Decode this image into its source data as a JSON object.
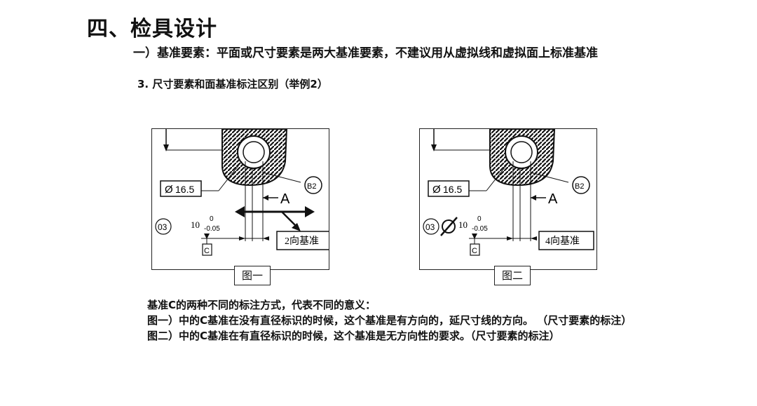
{
  "page": {
    "title": "四、检具设计",
    "subtitle": "一）基准要素：平面或尺寸要素是两大基准要素，不建议用从虚拟线和虚拟面上标准基准",
    "section": "3. 尺寸要素和面基准标注区别（举例2）"
  },
  "figure1": {
    "diameter": "16.5",
    "datum_b": "B2",
    "section_label": "A",
    "circle_label": "03",
    "dim_main": "10",
    "tol_upper": "0",
    "tol_lower": "-0.05",
    "datum_c": "C",
    "note": "2向基准",
    "caption": "图一"
  },
  "figure2": {
    "diameter": "16.5",
    "datum_b": "B2",
    "section_label": "A",
    "circle_label": "03",
    "dim_main": "10",
    "tol_upper": "0",
    "tol_lower": "-0.05",
    "datum_c": "C",
    "note": "4向基准",
    "caption": "图二"
  },
  "explanation": {
    "line1": "基准C的两种不同的标注方式，代表不同的意义：",
    "line2": "图一）中的C基准在没有直径标识的时候，这个基准是有方向的，延尺寸线的方向。 （尺寸要素的标注）",
    "line3": "图二）中的C基准在有直径标识的时候，这个基准是无方向性的要求。（尺寸要素的标注）"
  }
}
